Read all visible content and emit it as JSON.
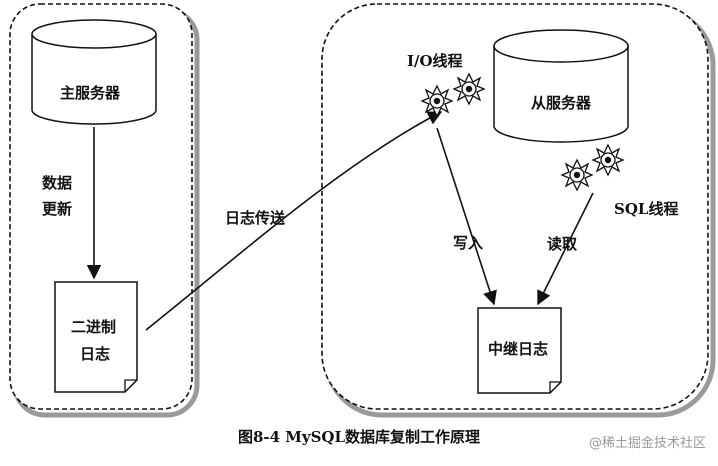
{
  "master": {
    "server_label": "主服务器",
    "edge_label_line1": "数据",
    "edge_label_line2": "更新",
    "binlog_line1": "二进制",
    "binlog_line2": "日志"
  },
  "transfer_label": "日志传送",
  "slave": {
    "io_thread_label": "I/O线程",
    "server_label": "从服务器",
    "sql_thread_label": "SQL线程",
    "write_label": "写入",
    "read_label": "读取",
    "relay_log_label": "中继日志"
  },
  "caption": "图8-4   MySQL数据库复制工作原理",
  "watermark": "@稀土掘金技术社区"
}
